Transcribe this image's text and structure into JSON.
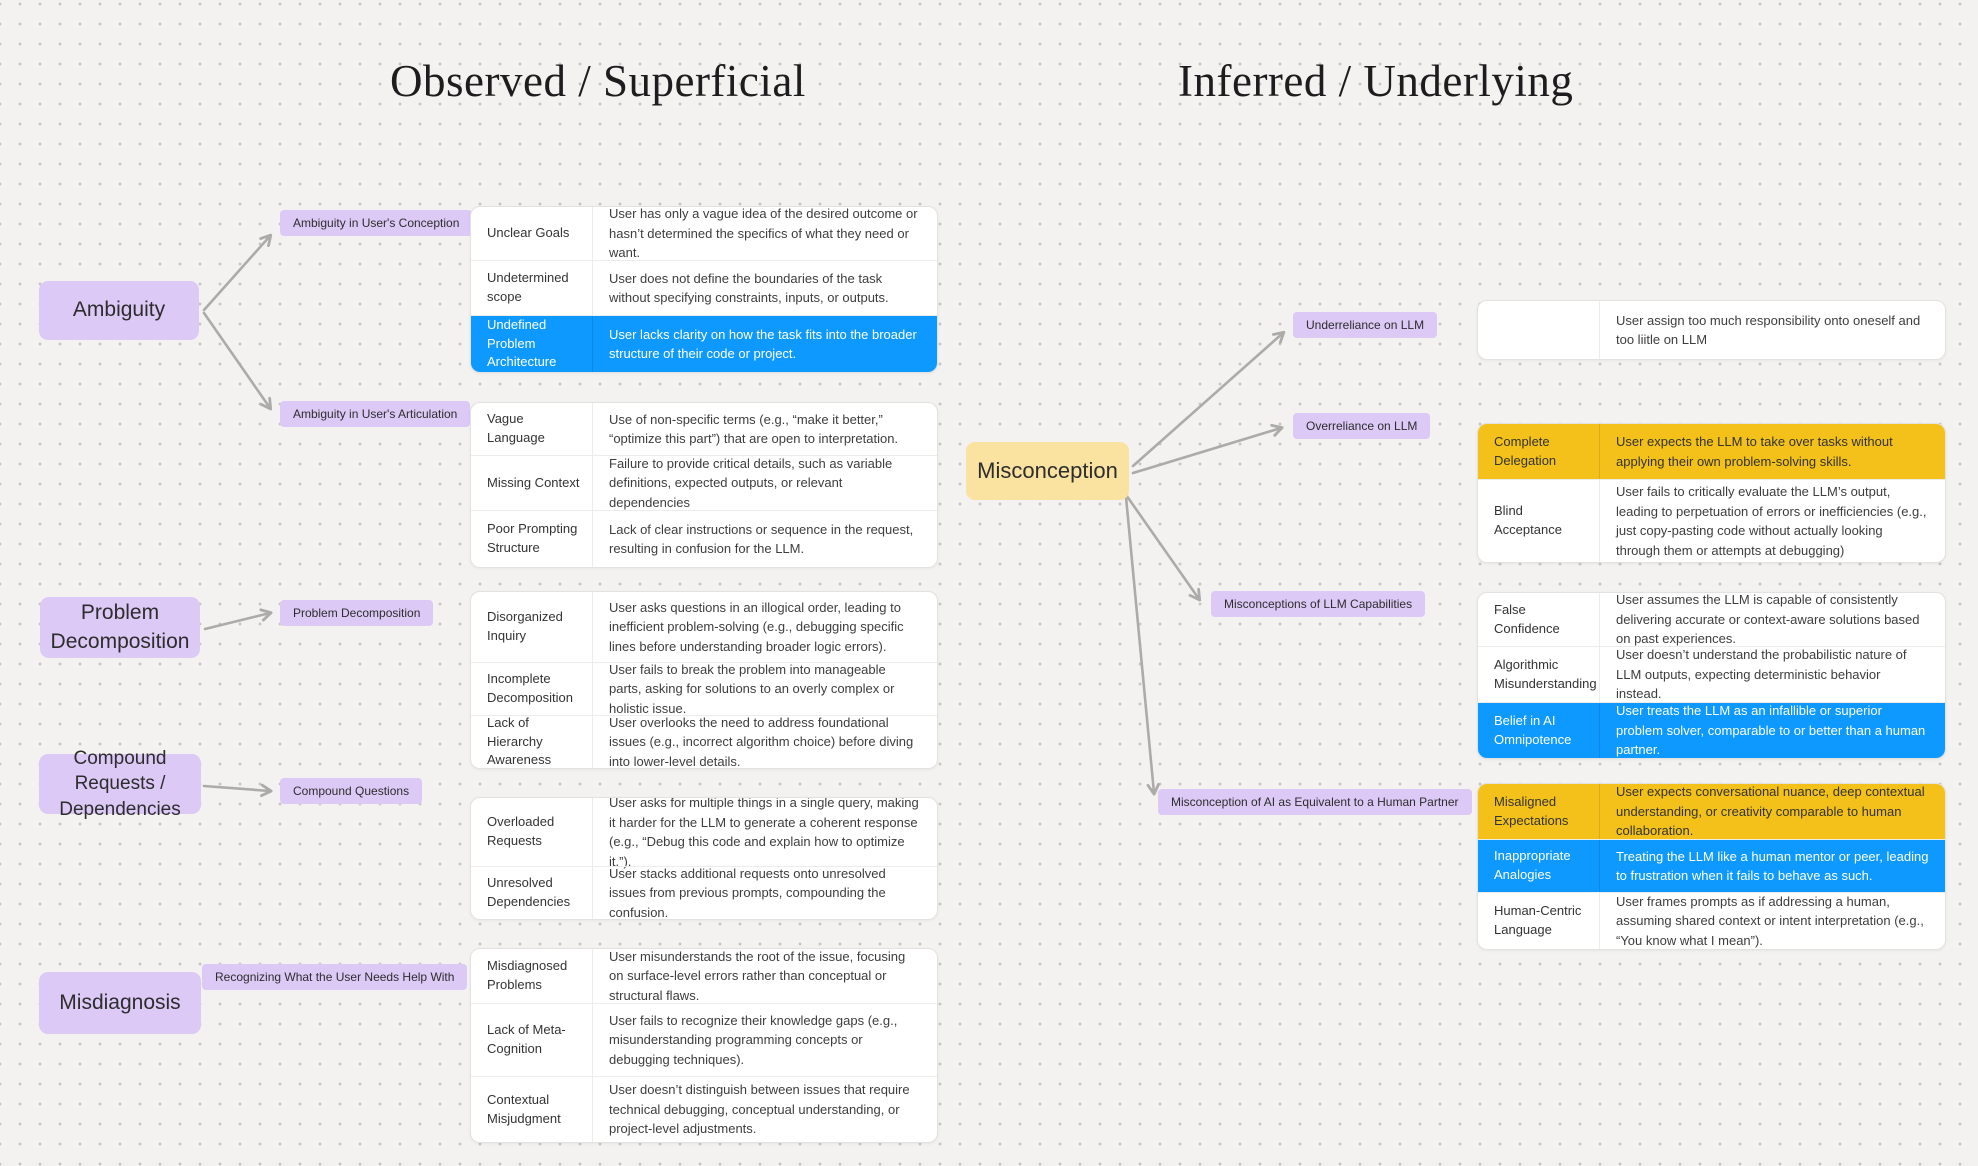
{
  "section_titles": {
    "observed": "Observed / Superficial",
    "inferred": "Inferred / Underlying"
  },
  "palette": {
    "background": "#F3F2F0",
    "dot_grid": "#C7C5C1",
    "purple_node": "#DCC9F6",
    "yellow_node": "#FAE2A0",
    "blue_highlight": "#0D99FF",
    "yellow_highlight": "#F3C119",
    "arrow_gray": "#ACABA8",
    "table_white": "#FFFFFF"
  },
  "nodes": {
    "ambiguity": "Ambiguity",
    "problem_decomposition": "Problem Decomposition",
    "compound": "Compound Requests / Dependencies",
    "misdiagnosis": "Misdiagnosis",
    "misconception": "Misconception"
  },
  "labels": {
    "conception": "Ambiguity in User's Conception",
    "articulation": "Ambiguity in User's Articulation",
    "problem_decomposition": "Problem Decomposition",
    "compound_questions": "Compound Questions",
    "recognizing": "Recognizing What the User Needs Help With",
    "underreliance": "Underreliance on LLM",
    "overreliance": "Overreliance on LLM",
    "capabilities": "Misconceptions of LLM Capabilities",
    "human_partner": "Misconception of AI as Equivalent to a Human Partner"
  },
  "tables": {
    "conception": {
      "rows": [
        {
          "term": "Unclear Goals",
          "desc": "User has only a vague idea of the desired outcome or hasn’t determined the specifics of what they need or want.",
          "highlight": "none"
        },
        {
          "term": "Undetermined scope",
          "desc": "User does not define the boundaries of the task without specifying constraints, inputs, or outputs.",
          "highlight": "none"
        },
        {
          "term": "Undefined Problem Architecture",
          "desc": "User lacks clarity on how the task fits into the broader structure of their code or project.",
          "highlight": "blue"
        }
      ]
    },
    "articulation": {
      "rows": [
        {
          "term": "Vague Language",
          "desc": "Use of non-specific terms (e.g., “make it better,” “optimize this part”) that are open to interpretation.",
          "highlight": "none"
        },
        {
          "term": "Missing Context",
          "desc": "Failure to provide critical details, such as variable definitions, expected outputs, or relevant dependencies",
          "highlight": "none"
        },
        {
          "term": "Poor Prompting Structure",
          "desc": "Lack of clear instructions or sequence in the request, resulting in confusion for the LLM.",
          "highlight": "none"
        }
      ]
    },
    "problem_decomposition": {
      "rows": [
        {
          "term": "Disorganized Inquiry",
          "desc": "User asks questions in an illogical order, leading to inefficient problem-solving (e.g., debugging specific lines before understanding broader logic errors).",
          "highlight": "none"
        },
        {
          "term": "Incomplete Decomposition",
          "desc": "User fails to break the problem into manageable parts, asking for solutions to an overly complex or holistic issue.",
          "highlight": "none"
        },
        {
          "term": "Lack of Hierarchy Awareness",
          "desc": "User overlooks the need to address foundational issues (e.g., incorrect algorithm choice) before diving into lower-level details.",
          "highlight": "none"
        }
      ]
    },
    "compound": {
      "rows": [
        {
          "term": "Overloaded Requests",
          "desc": "User asks for multiple things in a single query, making it harder for the LLM to generate a coherent response (e.g., “Debug this code and explain how to optimize it.”).",
          "highlight": "none"
        },
        {
          "term": "Unresolved Dependencies",
          "desc": "User stacks additional requests onto unresolved issues from previous prompts, compounding the confusion.",
          "highlight": "none"
        }
      ]
    },
    "misdiagnosis": {
      "rows": [
        {
          "term": "Misdiagnosed Problems",
          "desc": "User misunderstands the root of the issue, focusing on surface-level errors rather than conceptual or structural flaws.",
          "highlight": "none"
        },
        {
          "term": "Lack of Meta-Cognition",
          "desc": "User fails to recognize their knowledge gaps (e.g., misunderstanding programming concepts or debugging techniques).",
          "highlight": "none"
        },
        {
          "term": "Contextual Misjudgment",
          "desc": "User doesn’t distinguish between issues that require technical debugging, conceptual understanding, or project-level adjustments.",
          "highlight": "none"
        }
      ]
    },
    "underreliance": {
      "rows": [
        {
          "term": "",
          "desc": "User assign too much responsibility onto oneself and too liitle on LLM",
          "highlight": "none"
        }
      ]
    },
    "overreliance": {
      "rows": [
        {
          "term": "Complete Delegation",
          "desc": "User expects the LLM to take over tasks without applying their own problem-solving skills.",
          "highlight": "yellow"
        },
        {
          "term": "Blind Acceptance",
          "desc": "User fails to critically evaluate the LLM’s output, leading to perpetuation of errors or inefficiencies (e.g., just copy-pasting code without actually looking through them or attempts at debugging)",
          "highlight": "none"
        }
      ]
    },
    "capabilities": {
      "rows": [
        {
          "term": "False Confidence",
          "desc": "User assumes the LLM is capable of consistently delivering accurate or context-aware solutions based on past experiences.",
          "highlight": "none"
        },
        {
          "term": "Algorithmic Misunderstanding",
          "desc": "User doesn’t understand the probabilistic nature of LLM outputs, expecting deterministic behavior instead.",
          "highlight": "none"
        },
        {
          "term": "Belief in AI Omnipotence",
          "desc": "User treats the LLM as an infallible or superior problem solver, comparable to or better than a human partner.",
          "highlight": "blue"
        }
      ]
    },
    "human_partner": {
      "rows": [
        {
          "term": "Misaligned Expectations",
          "desc": "User expects conversational nuance, deep contextual understanding, or creativity comparable to human collaboration.",
          "highlight": "yellow"
        },
        {
          "term": "Inappropriate Analogies",
          "desc": "Treating the LLM like a human mentor or peer, leading to frustration when it fails to behave as such.",
          "highlight": "blue"
        },
        {
          "term": "Human-Centric Language",
          "desc": "User frames prompts as if addressing a human, assuming shared context or intent interpretation (e.g., “You know what I mean”).",
          "highlight": "none"
        }
      ]
    }
  }
}
